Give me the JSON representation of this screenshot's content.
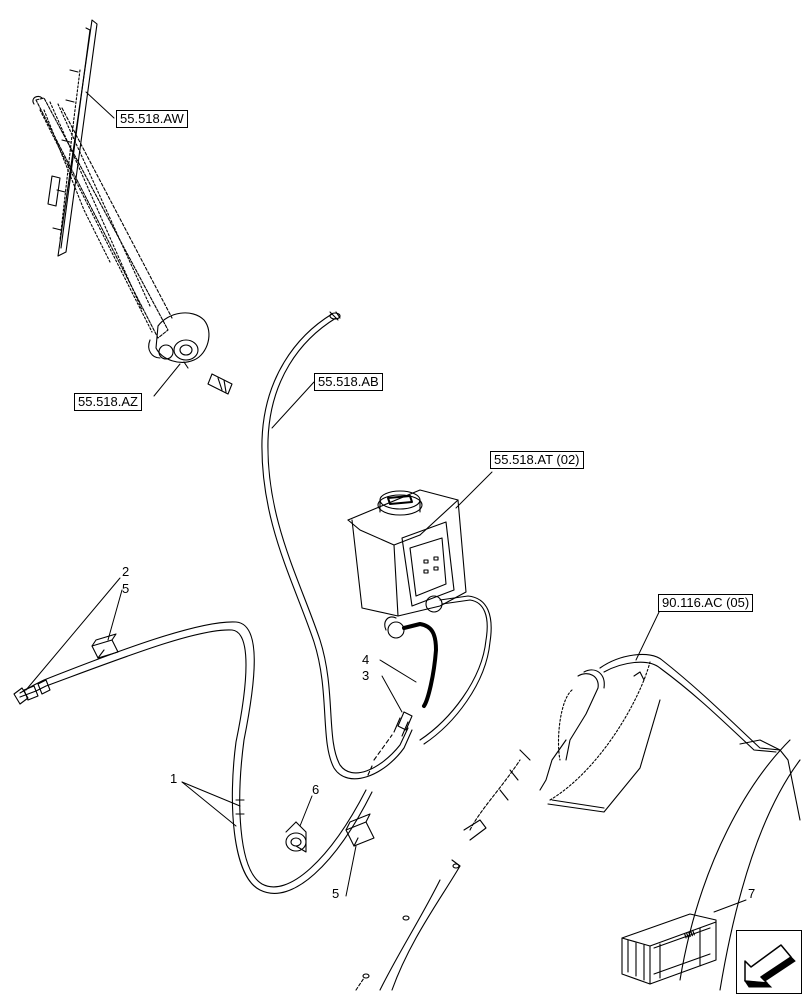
{
  "references": {
    "wiper_blade": "55.518.AW",
    "wiper_motor": "55.518.AZ",
    "hose_upper": "55.518.AB",
    "reservoir": "55.518.AT (02)",
    "cab_panel": "90.116.AC (05)"
  },
  "callouts": {
    "hose": "1",
    "nozzle": "2",
    "connector": "3",
    "hose_section": "4",
    "clip_upper": "5",
    "clip_lower": "5",
    "grommet": "6",
    "kit": "7"
  },
  "kit_mark": "IIIIl",
  "icons": {
    "nav": "arrow-down-left-icon"
  },
  "colors": {
    "line": "#000000",
    "background": "#ffffff"
  }
}
